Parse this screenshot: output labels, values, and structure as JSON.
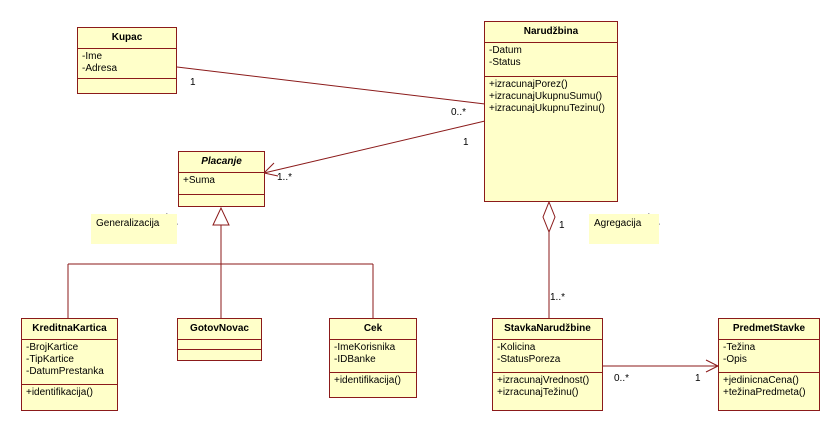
{
  "classes": {
    "kupac": {
      "name": "Kupac",
      "attributes": [
        "-Ime",
        "-Adresa"
      ],
      "operations": []
    },
    "narudzbina": {
      "name": "Narudžbina",
      "attributes": [
        "-Datum",
        "-Status"
      ],
      "operations": [
        "+izracunajPorez()",
        "+izracunajUkupnuSumu()",
        "+izracunajUkupnuTezinu()"
      ]
    },
    "placanje": {
      "name": "Placanje",
      "attributes": [
        "+Suma"
      ],
      "operations": []
    },
    "kreditna": {
      "name": "KreditnaKartica",
      "attributes": [
        "-BrojKartice",
        "-TipKartice",
        "-DatumPrestanka"
      ],
      "operations": [
        "+identifikacija()"
      ]
    },
    "gotov": {
      "name": "GotovNovac",
      "attributes": [],
      "operations": []
    },
    "cek": {
      "name": "Cek",
      "attributes": [
        "-ImeKorisnika",
        "-IDBanke"
      ],
      "operations": [
        "+identifikacija()"
      ]
    },
    "stavka": {
      "name": "StavkaNarudžbine",
      "attributes": [
        "-Kolicina",
        "-StatusPoreza"
      ],
      "operations": [
        "+izracunajVrednost()",
        "+izracunajTežinu()"
      ]
    },
    "predmet": {
      "name": "PredmetStavke",
      "attributes": [
        "-Težina",
        "-Opis"
      ],
      "operations": [
        "+jedinicnaCena()",
        "+težinaPredmeta()"
      ]
    }
  },
  "notes": {
    "generalizacija": "Generalizacija",
    "agregacija": "Agregacija"
  },
  "multiplicities": {
    "kupac_end": "1",
    "narudzbina_kupac_end": "0..*",
    "narudzbina_placanje_end": "1",
    "placanje_end": "1..*",
    "narudzbina_stavka_end": "1",
    "stavka_end": "1..*",
    "stavka_predmet_end": "0..*",
    "predmet_end": "1"
  },
  "colors": {
    "line": "#8b1a1a",
    "fill": "#ffffc9"
  }
}
